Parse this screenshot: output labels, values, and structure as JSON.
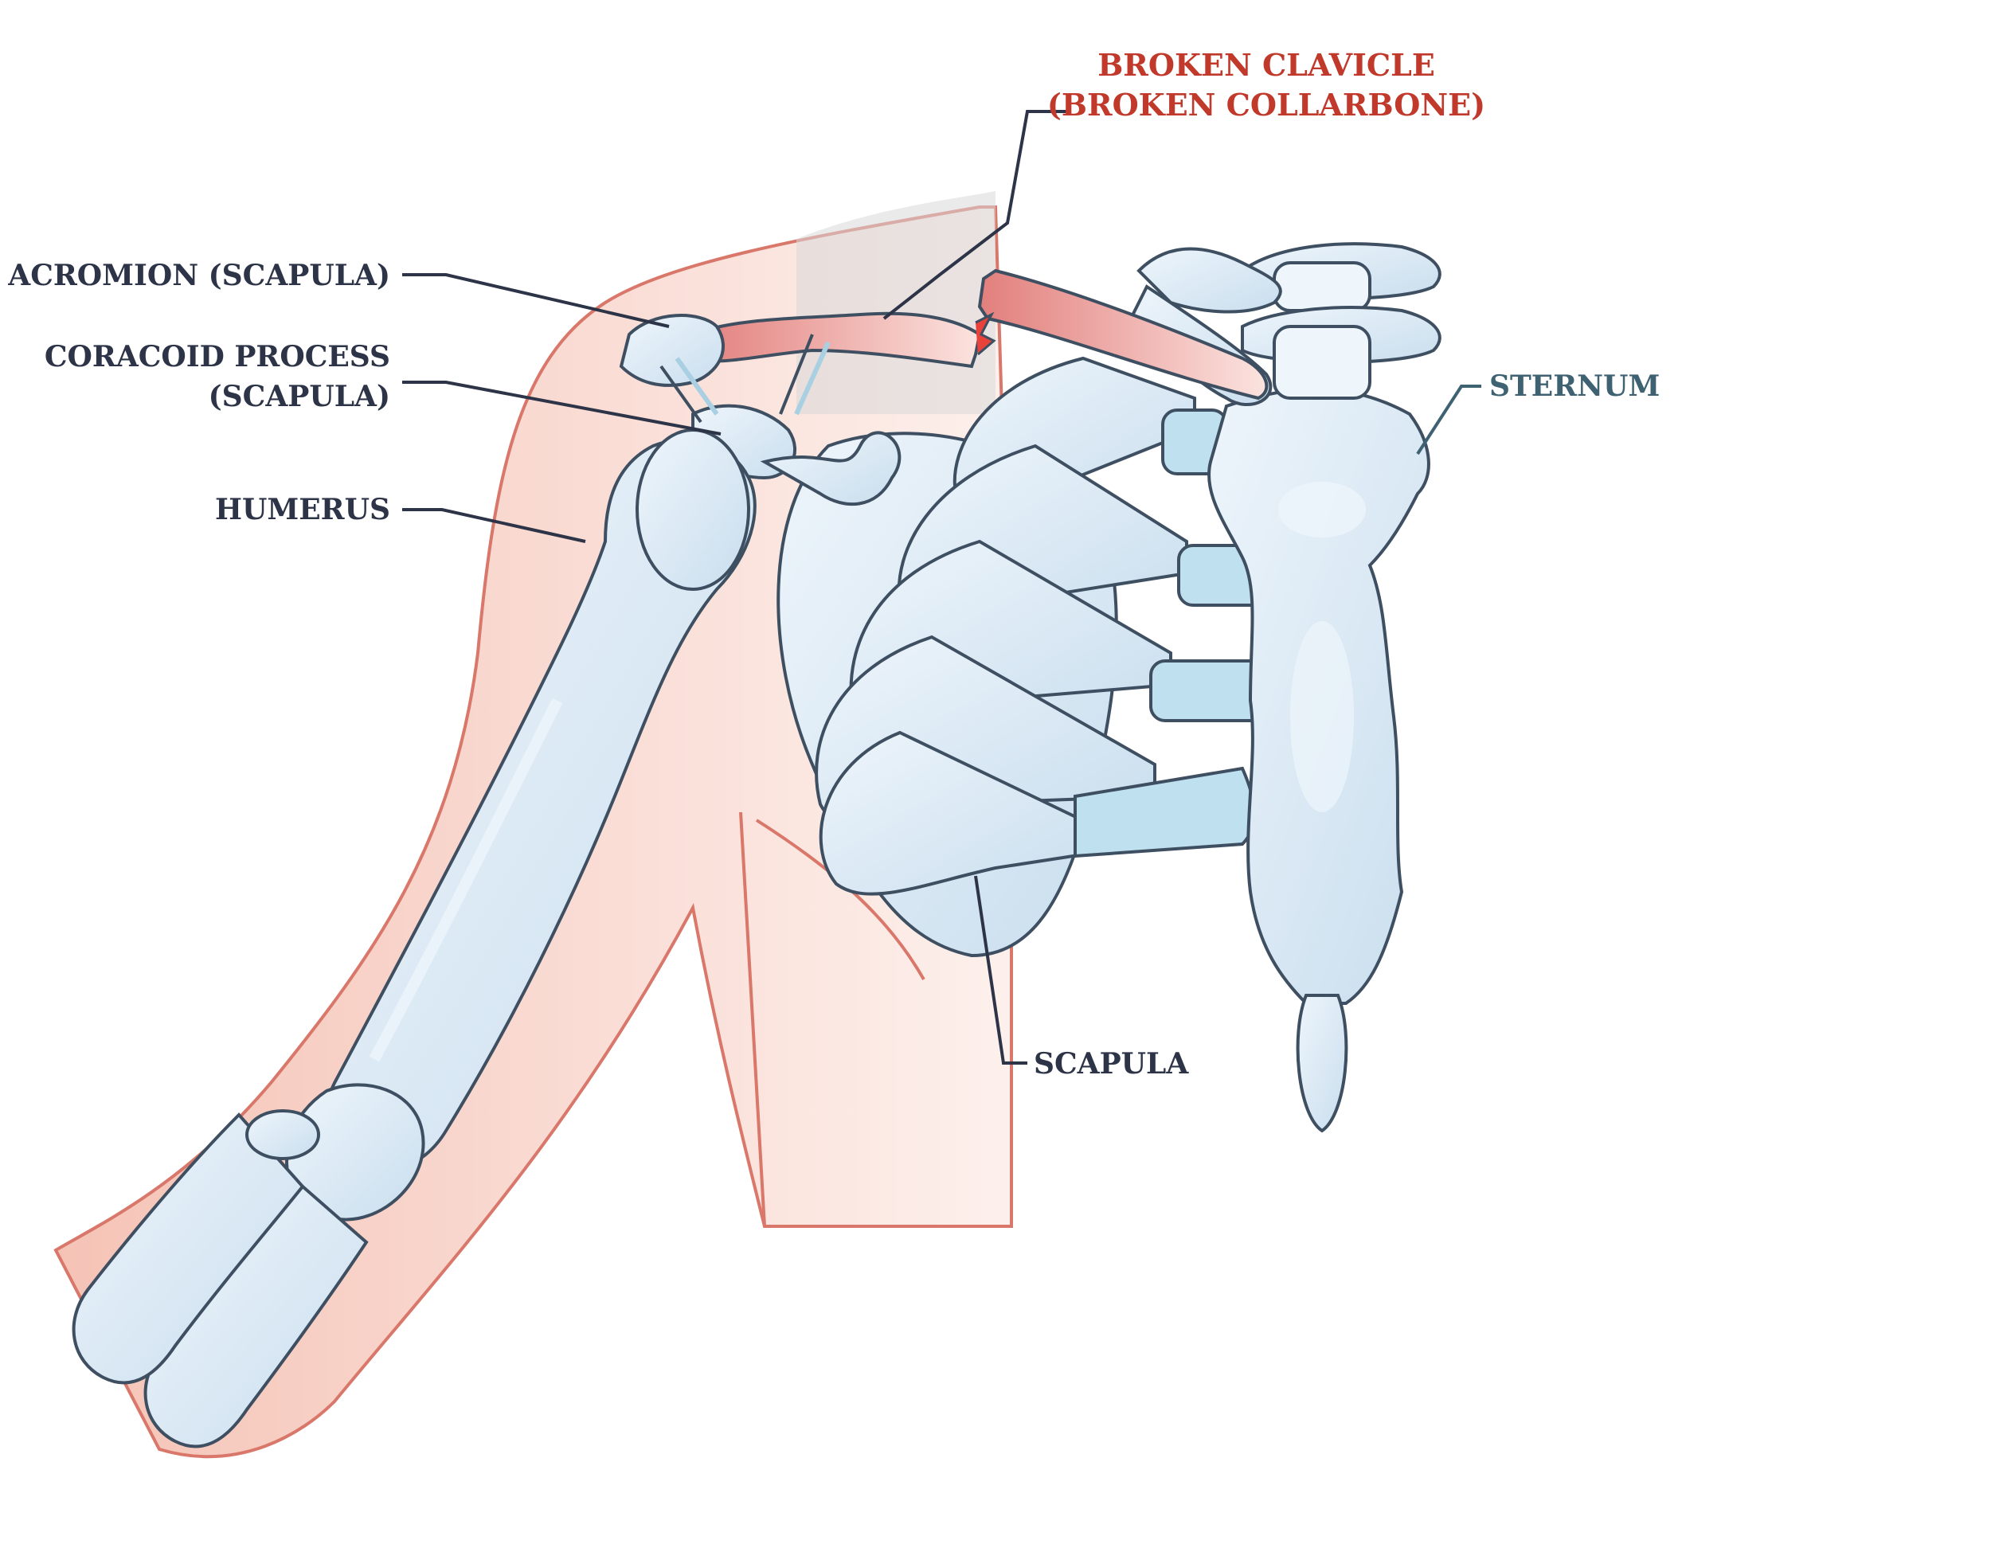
{
  "labels": {
    "broken_clavicle_line1": "BROKEN CLAVICLE",
    "broken_clavicle_line2": "(BROKEN COLLARBONE)",
    "acromion": "ACROMION (SCAPULA)",
    "coracoid_line1": "CORACOID PROCESS",
    "coracoid_line2": "(SCAPULA)",
    "humerus": "HUMERUS",
    "sternum": "STERNUM",
    "scapula": "SCAPULA"
  },
  "colors": {
    "skin": "#f6cfc4",
    "skin_outline": "#d9776a",
    "bone": "#d7e7f3",
    "bone_light": "#eef5fb",
    "bone_outline": "#3f4f62",
    "cartilage": "#bfe0ee",
    "broken_bone": "#e48a86",
    "label_dark": "#2d3447",
    "label_red": "#c0392b",
    "label_teal": "#3f6273"
  },
  "icons": [
    "broken-clavicle-fragment-icon"
  ]
}
